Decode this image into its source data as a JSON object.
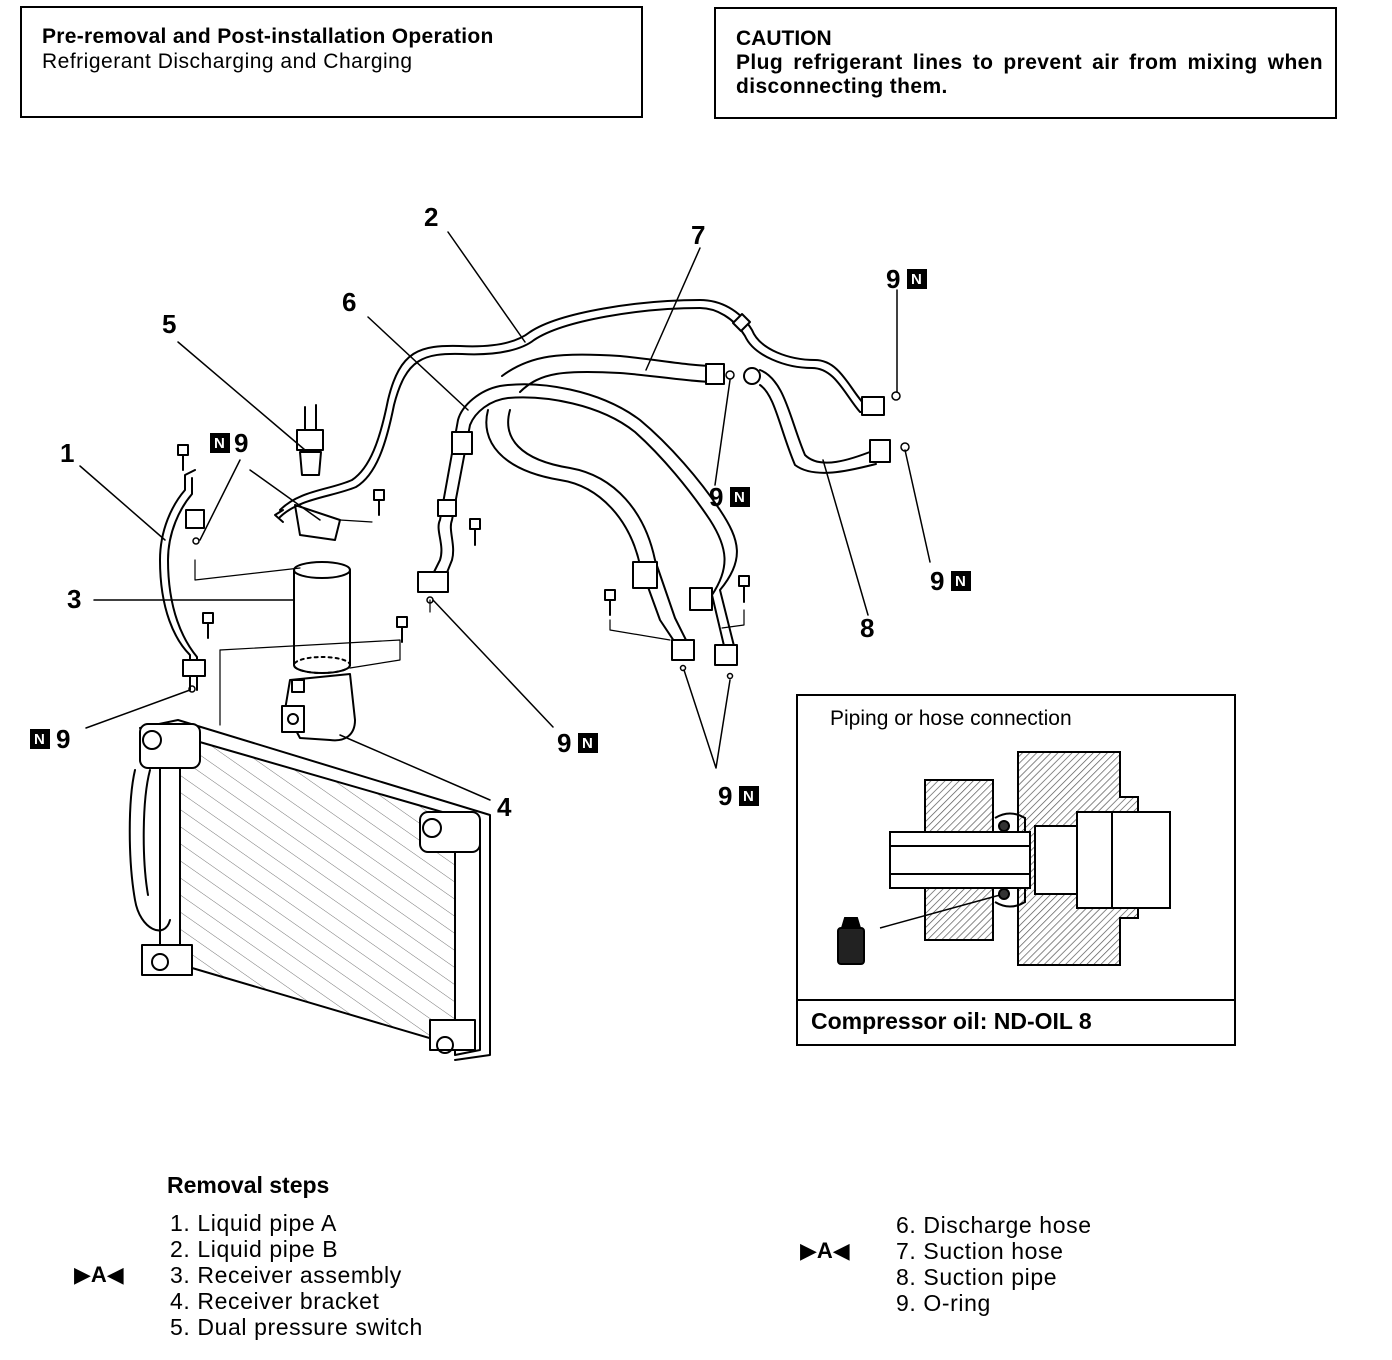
{
  "header": {
    "operation_title": "Pre-removal and Post-installation Operation",
    "operation_sub": "Refrigerant Discharging and Charging"
  },
  "caution": {
    "title": "CAUTION",
    "text": "Plug refrigerant lines to prevent air from mixing when disconnecting them."
  },
  "diagram": {
    "callouts": [
      "1",
      "2",
      "3",
      "4",
      "5",
      "6",
      "7",
      "8"
    ],
    "oring_label": "9",
    "badge_letter": "N"
  },
  "inset": {
    "title": "Piping or hose connection",
    "oil": "Compressor oil: ND-OIL 8"
  },
  "steps": {
    "heading": "Removal steps",
    "marker": "▶A◀",
    "left": [
      "1. Liquid pipe A",
      "2. Liquid pipe B",
      "3. Receiver assembly",
      "4. Receiver bracket",
      "5. Dual pressure switch"
    ],
    "right": [
      "6. Discharge hose",
      "7. Suction hose",
      "8. Suction pipe",
      "9. O-ring"
    ]
  }
}
